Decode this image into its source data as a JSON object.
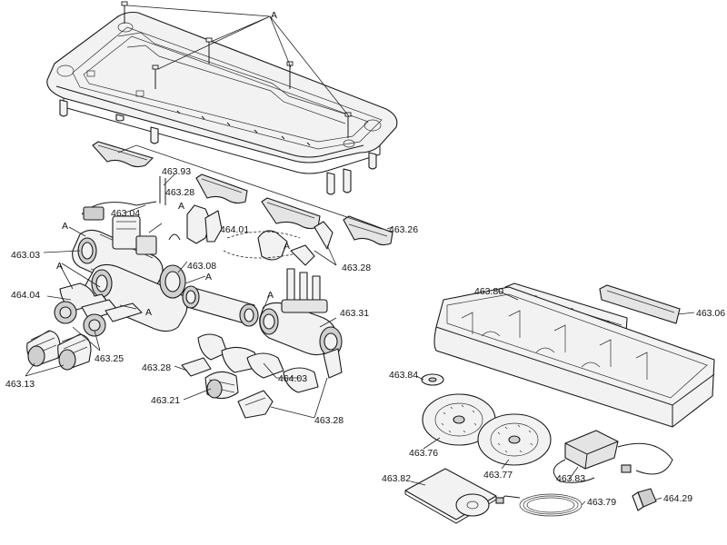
{
  "labels": {
    "a_top": "A",
    "l_463_93": "463.93",
    "l_463_28_a": "463.28",
    "a_left_upper": "A",
    "l_463_04": "463.04",
    "a_clip": "A",
    "l_464_01": "464.01",
    "a_mid": "A",
    "l_463_26": "463.26",
    "l_463_03_a": "463.03",
    "l_463_08": "463.08",
    "a_left_mid": "A",
    "a_left_low": "A",
    "a_pipe": "A",
    "l_463_28_b": "463.28",
    "l_464_04": "464.04",
    "a_lower": "A",
    "l_463_31": "463.31",
    "l_463_25": "463.25",
    "l_463_13": "463.13",
    "l_463_28_c": "463.28",
    "l_464_03": "464.03",
    "l_463_21": "463.21",
    "l_463_28_d": "463.28",
    "l_463_80": "463.80",
    "l_463_06": "463.06",
    "l_463_84": "463.84",
    "l_463_76": "463.76",
    "l_463_77": "463.77",
    "l_463_83": "463.83",
    "l_463_82": "463.82",
    "l_463_79": "463.79",
    "l_464_29": "464.29"
  }
}
